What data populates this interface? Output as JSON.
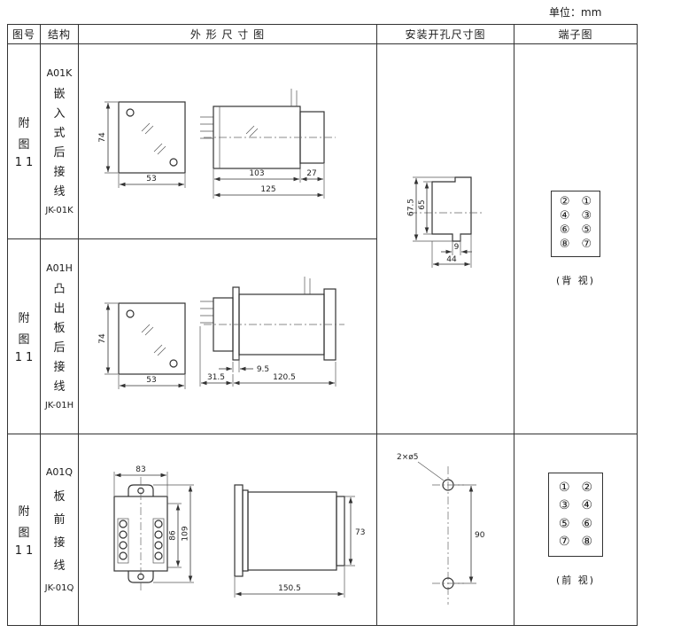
{
  "unit_label": "单位：mm",
  "ink_color": "#333333",
  "headers": {
    "col1": "图号",
    "col2": "结构",
    "col3": "外 形 尺 寸 图",
    "col4": "安装开孔尺寸图",
    "col5": "端子图"
  },
  "rows": [
    {
      "fig": [
        "附",
        "图",
        "11"
      ],
      "model": "A01K",
      "structure": [
        "嵌",
        "入",
        "式",
        "后",
        "接",
        "线"
      ],
      "code": "JK-01K",
      "outline": {
        "height": "74",
        "width": "53",
        "body_depth": "103",
        "tail_depth": "27",
        "total_depth": "125"
      }
    },
    {
      "fig": [
        "附",
        "图",
        "11"
      ],
      "model": "A01H",
      "structure": [
        "凸",
        "出",
        "板",
        "后",
        "接",
        "线"
      ],
      "code": "JK-01H",
      "outline": {
        "height": "74",
        "width": "53",
        "gap": "9.5",
        "front_depth": "31.5",
        "body_depth": "120.5"
      }
    },
    {
      "fig": [
        "附",
        "图",
        "11"
      ],
      "model": "A01Q",
      "structure": [
        "板",
        "前",
        "接",
        "线"
      ],
      "code": "JK-01Q",
      "outline": {
        "width": "83",
        "inner_height": "86",
        "height": "109",
        "depth": "150.5",
        "side_height": "73"
      }
    }
  ],
  "mounting_cutout": {
    "height_total": "67.5",
    "height_inner": "65",
    "notch_width": "9",
    "width_total": "44"
  },
  "mounting_holes": {
    "holes": "2×ø5",
    "spacing": "90"
  },
  "terminal_back": {
    "cells": [
      "②",
      "①",
      "④",
      "③",
      "⑥",
      "⑤",
      "⑧",
      "⑦"
    ],
    "label": "(背 视)"
  },
  "terminal_front": {
    "cells": [
      "①",
      "②",
      "③",
      "④",
      "⑤",
      "⑥",
      "⑦",
      "⑧"
    ],
    "label": "(前 视)"
  }
}
